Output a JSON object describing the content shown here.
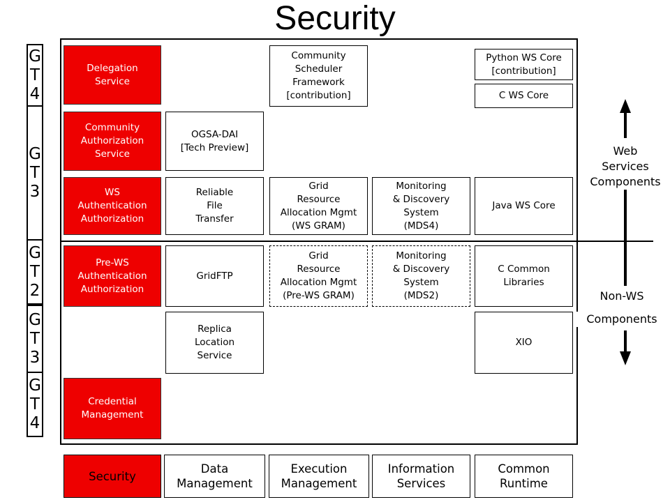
{
  "title": "Security",
  "gt_labels": [
    {
      "chars": [
        "G",
        "T",
        "4"
      ]
    },
    {
      "chars": [
        "G",
        "T",
        "3"
      ]
    },
    {
      "chars": [
        "G",
        "T",
        "2"
      ]
    },
    {
      "chars": [
        "G",
        "T",
        "3"
      ]
    },
    {
      "chars": [
        "G",
        "T",
        "4"
      ]
    }
  ],
  "boxes": {
    "delegation": "Delegation\nService",
    "community_auth": "Community\nAuthorization\nService",
    "ws_auth": "WS\nAuthentication\nAuthorization",
    "prews_auth": "Pre-WS\nAuthentication\nAuthorization",
    "credential": "Credential\nManagement",
    "ogsa_dai": "OGSA-DAI\n[Tech Preview]",
    "rft": "Reliable\nFile\nTransfer",
    "gridftp": "GridFTP",
    "rls": "Replica\nLocation\nService",
    "csf": "Community\nScheduler\nFramework\n[contribution]",
    "gram_ws": "Grid\nResource\nAllocation Mgmt\n(WS GRAM)",
    "gram_prews": "Grid\nResource\nAllocation Mgmt\n(Pre-WS GRAM)",
    "mds4": "Monitoring\n& Discovery\nSystem\n(MDS4)",
    "mds2": "Monitoring\n& Discovery\nSystem\n(MDS2)",
    "python_ws": "Python WS Core\n[contribution]",
    "c_ws": "C WS Core",
    "java_ws": "Java WS Core",
    "c_common": "C Common\nLibraries",
    "xio": "XIO"
  },
  "side_labels": {
    "web_services": "Web\nServices\nComponents",
    "non_ws": "Non-WS",
    "components": "Components"
  },
  "bottom_row": {
    "security": "Security",
    "data": "Data\nManagement",
    "execution": "Execution\nManagement",
    "information": "Information\nServices",
    "runtime": "Common\nRuntime"
  },
  "colors": {
    "security_red": "#ee0000",
    "line": "#000000"
  }
}
